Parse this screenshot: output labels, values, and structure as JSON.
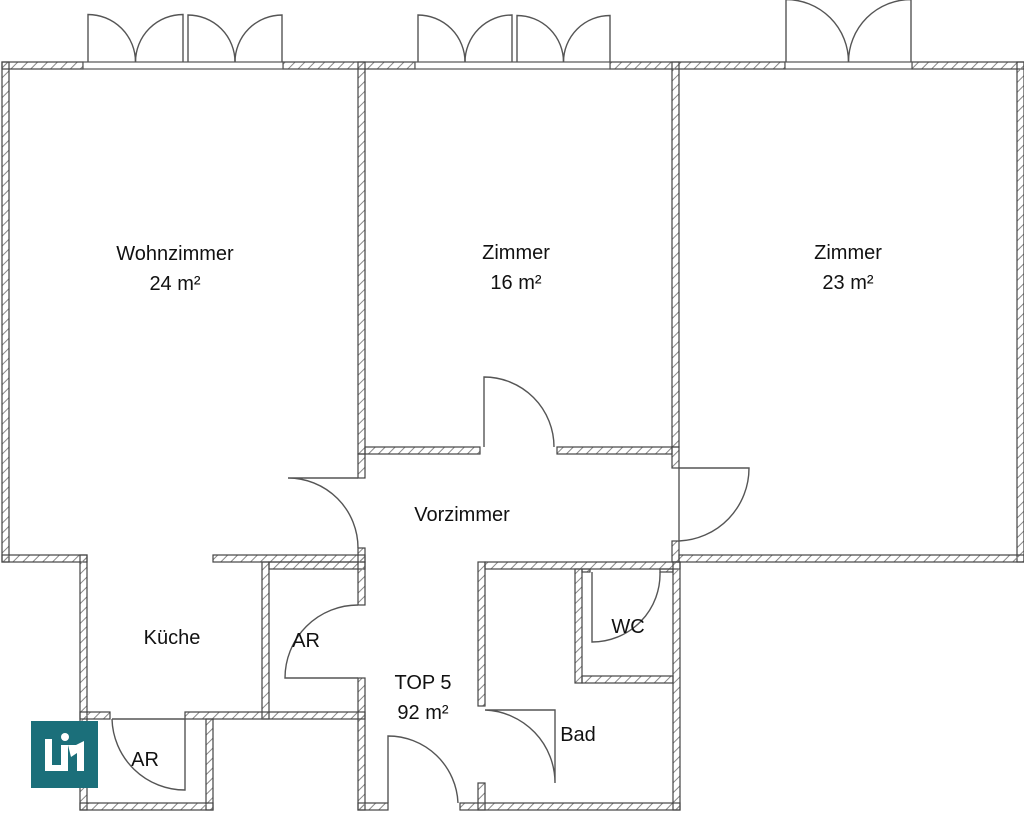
{
  "title": "TOP 5",
  "total_area": "92 m²",
  "rooms": [
    {
      "name": "Wohnzimmer",
      "area": "24 m²"
    },
    {
      "name": "Zimmer",
      "area": "16 m²"
    },
    {
      "name": "Zimmer",
      "area": "23 m²"
    },
    {
      "name": "Vorzimmer"
    },
    {
      "name": "Küche"
    },
    {
      "name": "AR"
    },
    {
      "name": "WC"
    },
    {
      "name": "Bad"
    },
    {
      "name": "AR"
    }
  ],
  "logo": {
    "text": "LIM",
    "color": "#1b6f7a"
  },
  "colors": {
    "wall_line": "#444444",
    "hatch": "#777777"
  }
}
